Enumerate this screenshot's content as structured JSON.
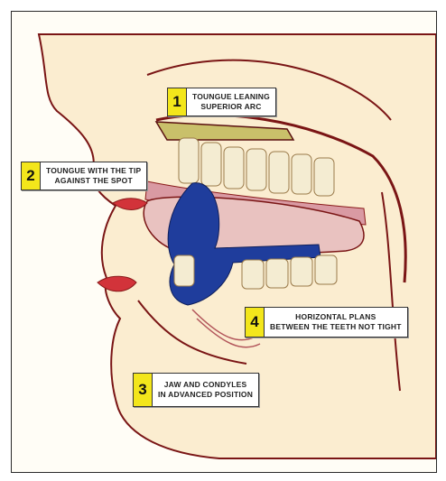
{
  "callouts": [
    {
      "number": "1",
      "line1": "TOUNGUE LEANING",
      "line2": "SUPERIOR ARC"
    },
    {
      "number": "2",
      "line1": "TOUNGUE WITH THE TIP",
      "line2": "AGAINST THE SPOT"
    },
    {
      "number": "3",
      "line1": "JAW AND CONDYLES",
      "line2": "IN ADVANCED POSITION"
    },
    {
      "number": "4",
      "line1": "HORIZONTAL PLANS",
      "line2": "BETWEEN THE TEETH NOT TIGHT"
    }
  ],
  "colors": {
    "badge": "#f3e61b",
    "tongue_blue": "#1f3d9c",
    "skin": "#f6e2b8",
    "outline": "#8a1a1a",
    "gum": "#d99aa3",
    "tooth": "#f4ecd2"
  }
}
